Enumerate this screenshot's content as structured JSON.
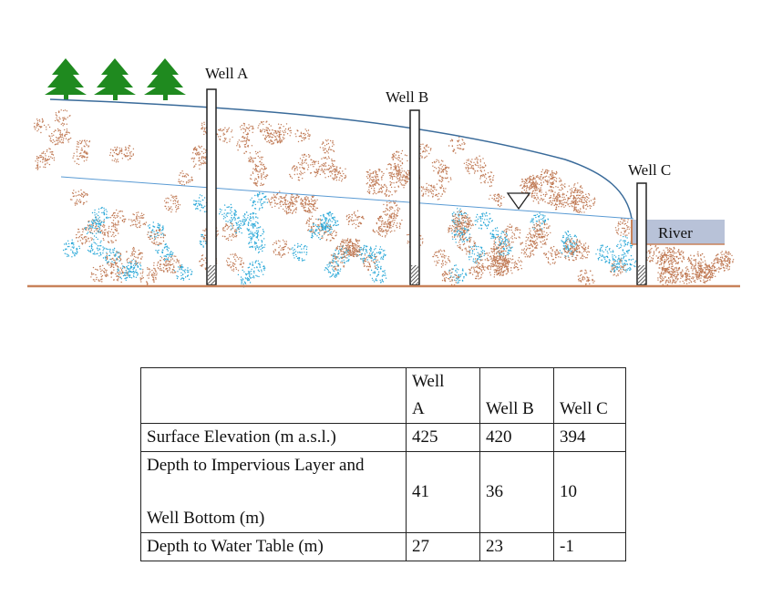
{
  "diagram": {
    "wells": [
      {
        "label": "Well A"
      },
      {
        "label": "Well B"
      },
      {
        "label": "Well C"
      }
    ],
    "river_label": "River",
    "water_table_symbol": "▽",
    "colors": {
      "surface": "#3a6b9a",
      "water_table": "#5a9bd4",
      "ground": "#c8825a",
      "river": "#b8c2d8",
      "trees": "#1f8a1f",
      "gravel_brown": "#c07a55",
      "gravel_blue": "#2aa8d8"
    }
  },
  "table": {
    "headers": [
      "",
      "Well A",
      "Well B",
      "Well C"
    ],
    "header_well_a_lines": [
      "Well",
      "A"
    ],
    "rows": [
      {
        "label": "Surface Elevation (m a.s.l.)",
        "values": [
          "425",
          "420",
          "394"
        ]
      },
      {
        "label_lines": [
          "Depth to Impervious Layer and",
          "Well Bottom (m)"
        ],
        "values": [
          "41",
          "36",
          "10"
        ]
      },
      {
        "label": "Depth to Water Table (m)",
        "values": [
          "27",
          "23",
          "-1"
        ]
      }
    ]
  }
}
